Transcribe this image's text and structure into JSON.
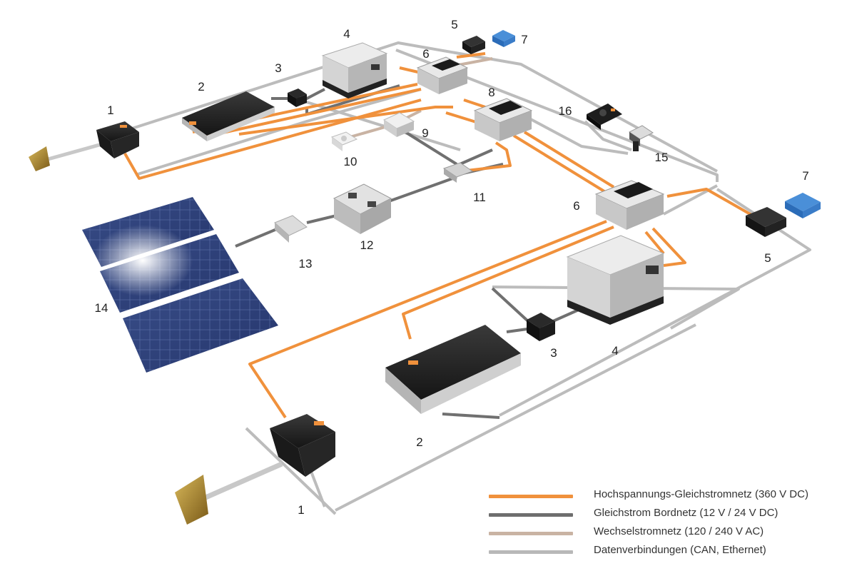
{
  "components": [
    {
      "id": "propeller-drive-upper",
      "number": "1"
    },
    {
      "id": "propeller-drive-lower",
      "number": "1"
    },
    {
      "id": "battery-upper",
      "number": "2"
    },
    {
      "id": "battery-lower",
      "number": "2"
    },
    {
      "id": "dc-converter-upper",
      "number": "3"
    },
    {
      "id": "dc-converter-lower",
      "number": "3"
    },
    {
      "id": "generator-upper",
      "number": "4"
    },
    {
      "id": "generator-lower",
      "number": "4"
    },
    {
      "id": "module-5-upper",
      "number": "5"
    },
    {
      "id": "module-5-lower",
      "number": "5"
    },
    {
      "id": "distribution-hub-upper",
      "number": "6"
    },
    {
      "id": "distribution-hub-lower",
      "number": "6"
    },
    {
      "id": "blue-unit-upper",
      "number": "7"
    },
    {
      "id": "blue-unit-lower",
      "number": "7"
    },
    {
      "id": "central-hub",
      "number": "8"
    },
    {
      "id": "ac-box",
      "number": "9"
    },
    {
      "id": "shore-socket",
      "number": "10"
    },
    {
      "id": "junction-box",
      "number": "11"
    },
    {
      "id": "inverter",
      "number": "12"
    },
    {
      "id": "solar-controller",
      "number": "13"
    },
    {
      "id": "solar-panels",
      "number": "14"
    },
    {
      "id": "throttle-lever",
      "number": "15"
    },
    {
      "id": "display-panel",
      "number": "16"
    }
  ],
  "legend": [
    {
      "label": "Hochspannungs-Gleichstromnetz (360 V DC)",
      "color": "#f0913c"
    },
    {
      "label": "Gleichstrom Bordnetz (12 V / 24 V DC)",
      "color": "#6e6e6e"
    },
    {
      "label": "Wechselstromnetz (120 / 240 V AC)",
      "color": "#c9b3a3"
    },
    {
      "label": "Datenverbindungen (CAN, Ethernet)",
      "color": "#b8b8b8"
    }
  ]
}
